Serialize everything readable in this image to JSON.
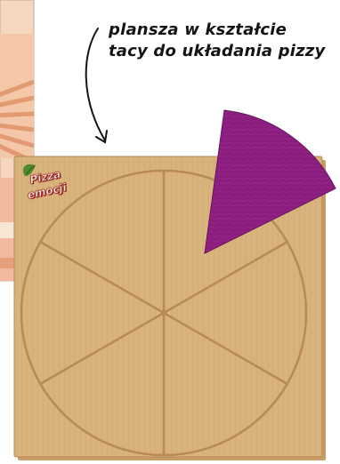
{
  "caption": {
    "line1": "plansza w kształcie",
    "line2": "tacy do układania pizzy"
  },
  "board": {
    "logo_line1": "Pizza",
    "logo_line2": "emocji",
    "slices": 6,
    "colors": {
      "cardboard": "#d8b27c",
      "line": "#b98a52",
      "slice": "#8b1f7d"
    }
  },
  "background_box": {
    "color": "#f3c8aa",
    "stripe_color": "#e9a27d"
  }
}
